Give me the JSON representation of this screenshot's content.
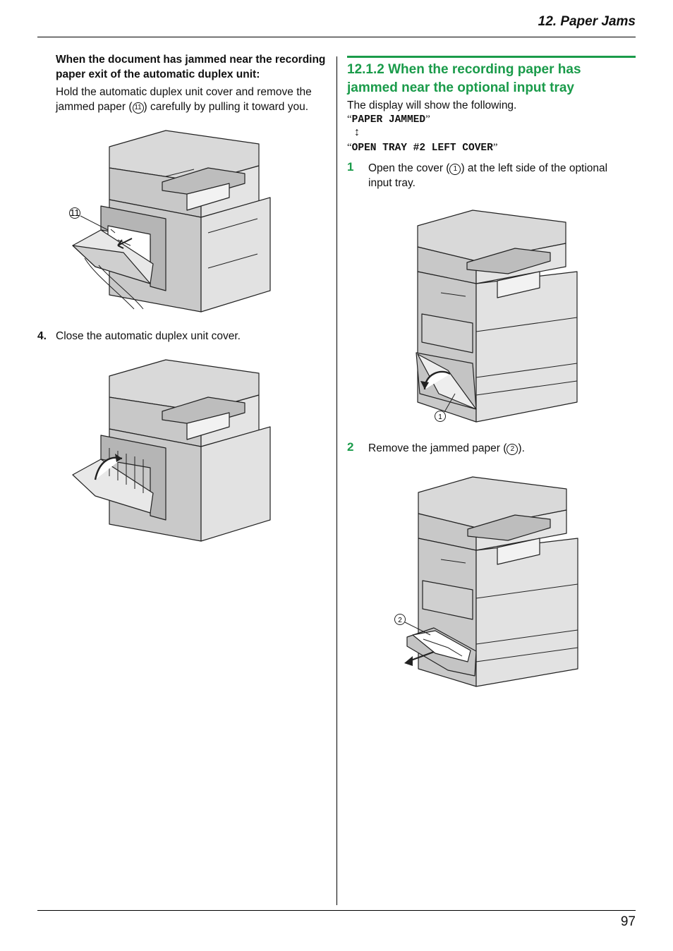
{
  "header": {
    "title": "12. Paper Jams"
  },
  "left_column": {
    "heading": "When the document has jammed near the recording paper exit of the automatic duplex unit:",
    "instruction_before": "Hold the automatic duplex unit cover and remove the jammed paper (",
    "instruction_circ": "11",
    "instruction_after": ") carefully by pulling it toward you.",
    "figure1_callout": "11",
    "step4_number": "4.",
    "step4_text": "Close the automatic duplex unit cover."
  },
  "right_column": {
    "section_title": "12.1.2 When the recording paper has jammed near the optional input tray",
    "display_intro": "The display will show the following.",
    "display_line1": "PAPER JAMMED",
    "display_arrow": "↕",
    "display_line2": "OPEN TRAY #2 LEFT COVER",
    "step1_number": "1",
    "step1_before": "Open the cover (",
    "step1_circ": "1",
    "step1_after": ") at the left side of the optional input tray.",
    "figure3_callout": "1",
    "step2_number": "2",
    "step2_before": "Remove the jammed paper (",
    "step2_circ": "2",
    "step2_after": ").",
    "figure4_callout": "2"
  },
  "footer": {
    "page_number": "97"
  }
}
